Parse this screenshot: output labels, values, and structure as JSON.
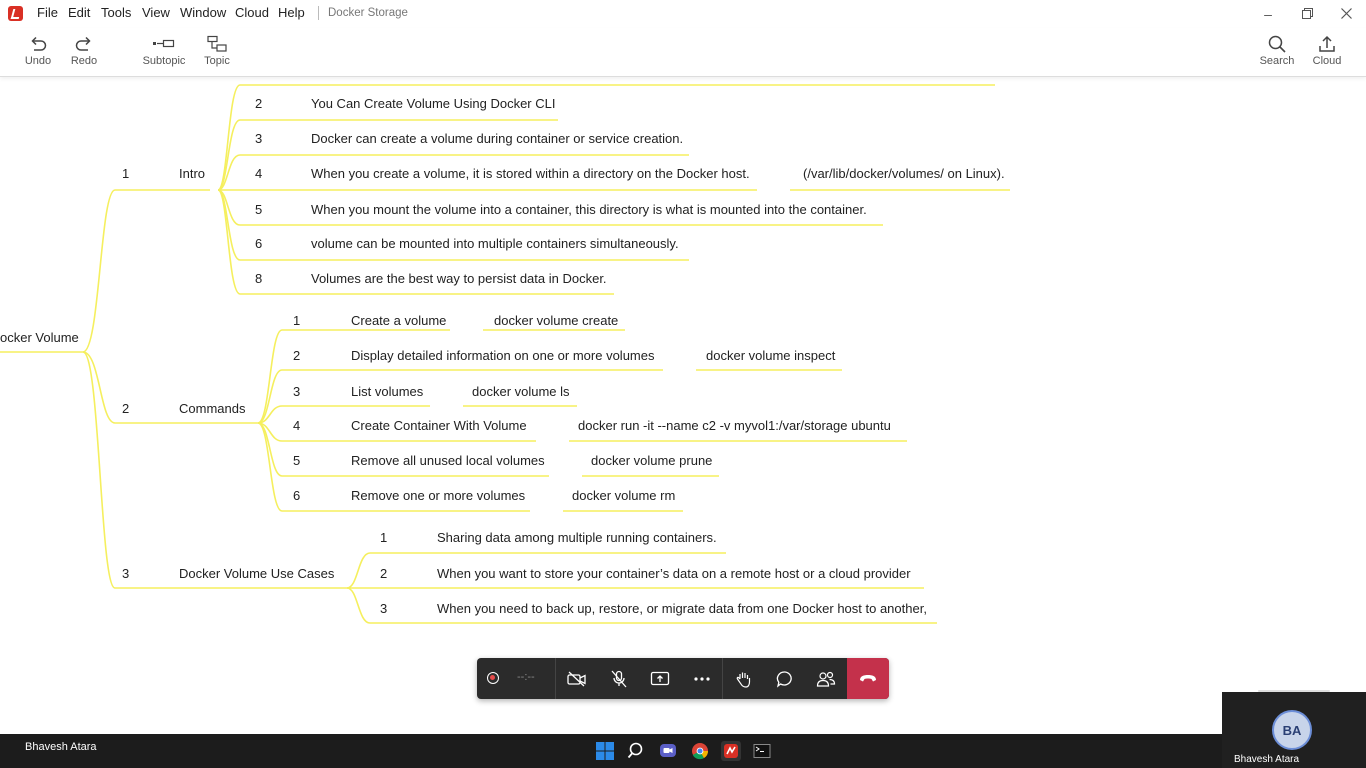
{
  "app": {
    "title": "Docker Storage",
    "accent": "#d93025"
  },
  "menu": {
    "file": "File",
    "edit": "Edit",
    "tools": "Tools",
    "view": "View",
    "window": "Window",
    "cloud": "Cloud",
    "help": "Help"
  },
  "toolbar": {
    "undo": "Undo",
    "redo": "Redo",
    "subtopic": "Subtopic",
    "topic": "Topic",
    "search": "Search",
    "cloud": "Cloud"
  },
  "mindmap": {
    "line_color": "#f5ef5e",
    "root": "ocker Volume",
    "branches": [
      {
        "num": "1",
        "label": "Intro",
        "items": [
          {
            "num": "2",
            "text": "You Can Create Volume Using Docker CLI"
          },
          {
            "num": "3",
            "text": "Docker can create a volume during container or service creation."
          },
          {
            "num": "4",
            "text": "When you create a volume, it is stored within a directory on the Docker host.",
            "note": "(/var/lib/docker/volumes/ on Linux)."
          },
          {
            "num": "5",
            "text": "When you mount the volume into a container, this directory is what is mounted into the container."
          },
          {
            "num": "6",
            "text": "volume can be mounted into multiple containers simultaneously."
          },
          {
            "num": "8",
            "text": "Volumes are the best way to persist data in Docker."
          }
        ]
      },
      {
        "num": "2",
        "label": "Commands",
        "items": [
          {
            "num": "1",
            "text": "Create a volume",
            "cmd": "docker volume create"
          },
          {
            "num": "2",
            "text": "Display detailed information on one or more volumes",
            "cmd": "docker volume inspect"
          },
          {
            "num": "3",
            "text": "List volumes",
            "cmd": "docker volume ls"
          },
          {
            "num": "4",
            "text": "Create Container With Volume",
            "cmd": "docker run -it --name c2 -v myvol1:/var/storage  ubuntu"
          },
          {
            "num": "5",
            "text": "Remove all unused local volumes",
            "cmd": "docker volume prune"
          },
          {
            "num": "6",
            "text": "Remove one or more volumes",
            "cmd": "docker volume rm"
          }
        ]
      },
      {
        "num": "3",
        "label": "Docker Volume Use Cases",
        "items": [
          {
            "num": "1",
            "text": "Sharing data among multiple running containers."
          },
          {
            "num": "2",
            "text": "When you want to store your container’s data on a remote host or a cloud provider"
          },
          {
            "num": "3",
            "text": "When you need to back up, restore, or migrate data from one Docker host to another,"
          }
        ]
      }
    ]
  },
  "callbar": {
    "timer": "--:--",
    "end_color": "#c4314b"
  },
  "taskbar": {
    "user": "Bhavesh Atara"
  },
  "video": {
    "initials": "BA",
    "name": "Bhavesh Atara"
  }
}
